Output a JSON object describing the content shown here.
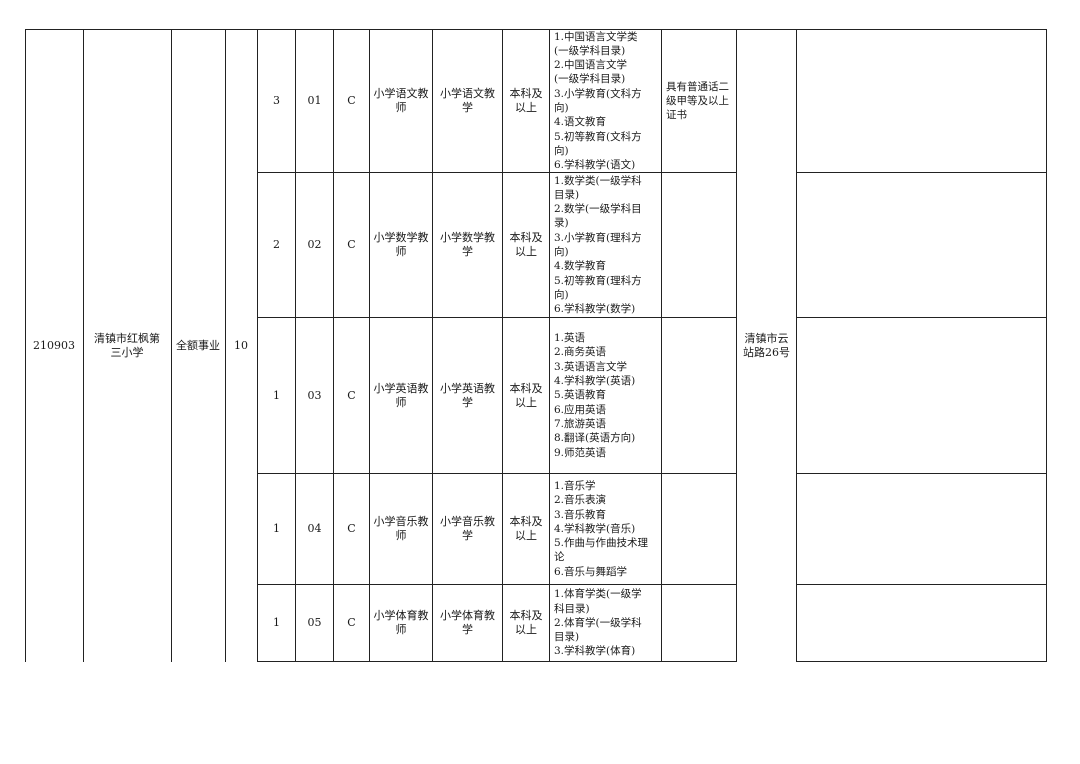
{
  "unit": {
    "code": "210903",
    "name": "清镇市红枫第三小学",
    "funding": "全额事业",
    "total": "10",
    "address": "清镇市云站路26号"
  },
  "rows": [
    {
      "count": "3",
      "code": "01",
      "category": "C",
      "position": "小学语文教师",
      "subject": "小学语文教学",
      "education": "本科及以上",
      "majors": "1.中国语言文学类\n(一级学科目录)\n2.中国语言文学\n(一级学科目录)\n3.小学教育(文科方\n向)\n4.语文教育\n5.初等教育(文科方\n向)\n6.学科教学(语文)",
      "requirements": "具有普通话二级甲等及以上证书"
    },
    {
      "count": "2",
      "code": "02",
      "category": "C",
      "position": "小学数学教师",
      "subject": "小学数学教学",
      "education": "本科及以上",
      "majors": "1.数学类(一级学科\n目录)\n2.数学(一级学科目\n录)\n3.小学教育(理科方\n向)\n4.数学教育\n5.初等教育(理科方\n向)\n6.学科教学(数学)",
      "requirements": ""
    },
    {
      "count": "1",
      "code": "03",
      "category": "C",
      "position": "小学英语教师",
      "subject": "小学英语教学",
      "education": "本科及以上",
      "majors": "1.英语\n2.商务英语\n3.英语语言文学\n4.学科教学(英语)\n5.英语教育\n6.应用英语\n7.旅游英语\n8.翻译(英语方向)\n9.师范英语",
      "requirements": ""
    },
    {
      "count": "1",
      "code": "04",
      "category": "C",
      "position": "小学音乐教师",
      "subject": "小学音乐教学",
      "education": "本科及以上",
      "majors": "1.音乐学\n2.音乐表演\n3.音乐教育\n4.学科教学(音乐)\n5.作曲与作曲技术理\n论\n6.音乐与舞蹈学",
      "requirements": ""
    },
    {
      "count": "1",
      "code": "05",
      "category": "C",
      "position": "小学体育教师",
      "subject": "小学体育教学",
      "education": "本科及以上",
      "majors": "1.体育学类(一级学\n科目录)\n2.体育学(一级学科\n目录)\n3.学科教学(体育)",
      "requirements": ""
    }
  ]
}
